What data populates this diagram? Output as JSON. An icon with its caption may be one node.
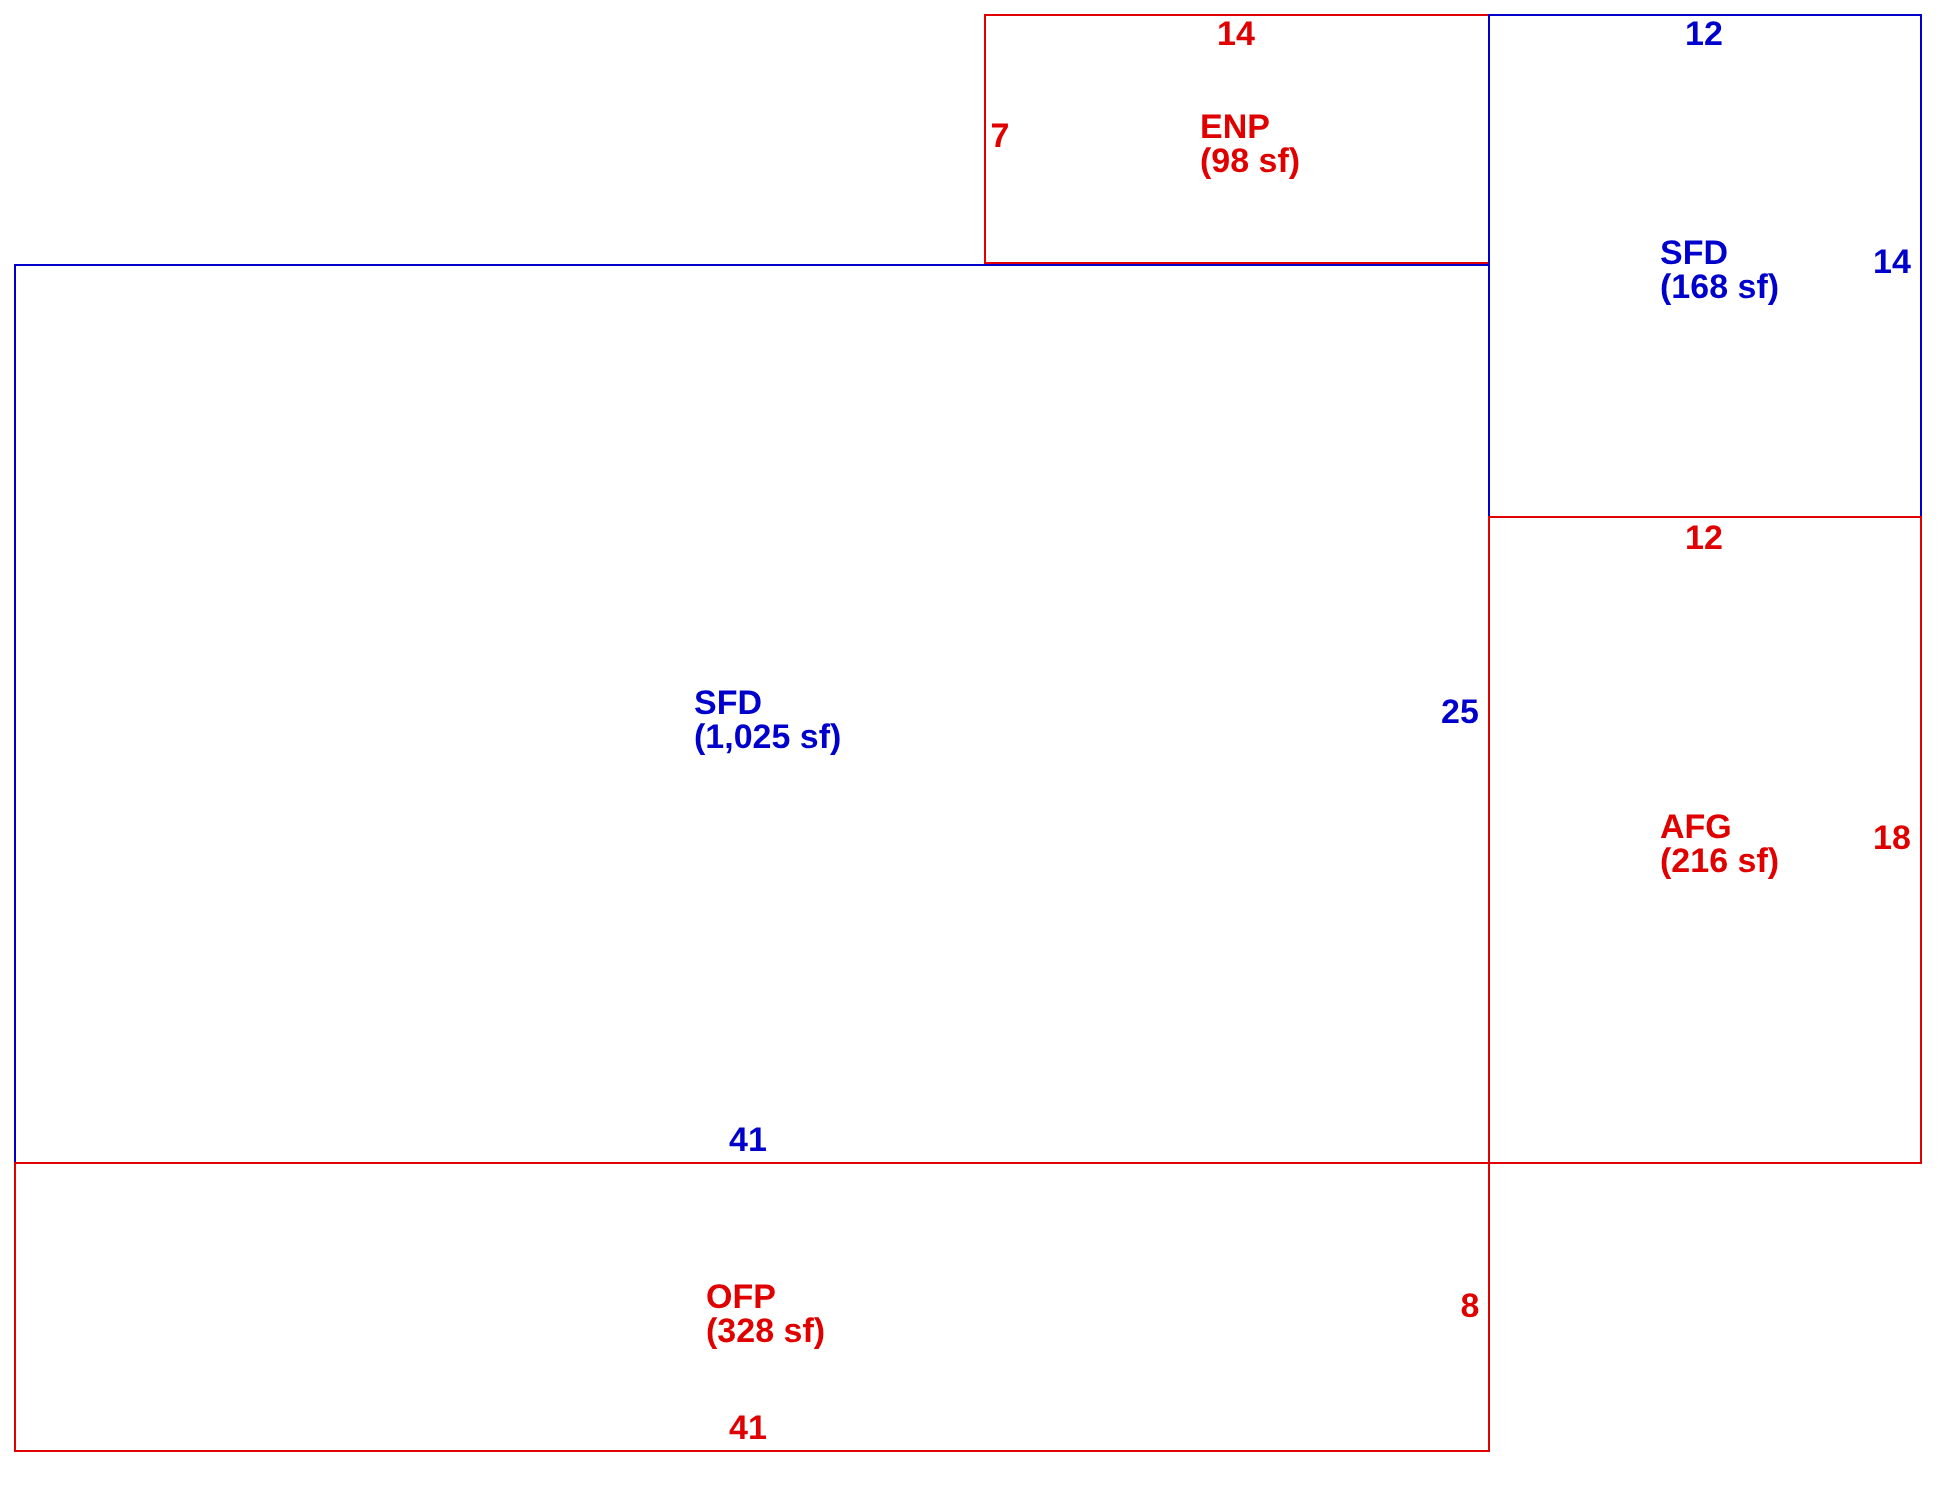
{
  "diagram": {
    "nodes": [
      {
        "text": [
          "ENP",
          "(98 sf)"
        ]
      },
      {
        "text": [
          "SFD",
          "(168 sf)"
        ]
      },
      {
        "text": [
          "SFD",
          "(1,025 sf)"
        ]
      },
      {
        "text": [
          "AFG",
          "(216 sf)"
        ]
      },
      {
        "text": [
          "OFP",
          "(328 sf)"
        ]
      }
    ],
    "labels": [
      "14",
      "12",
      "7",
      "14",
      "12",
      "25",
      "18",
      "41",
      "8",
      "41"
    ]
  }
}
